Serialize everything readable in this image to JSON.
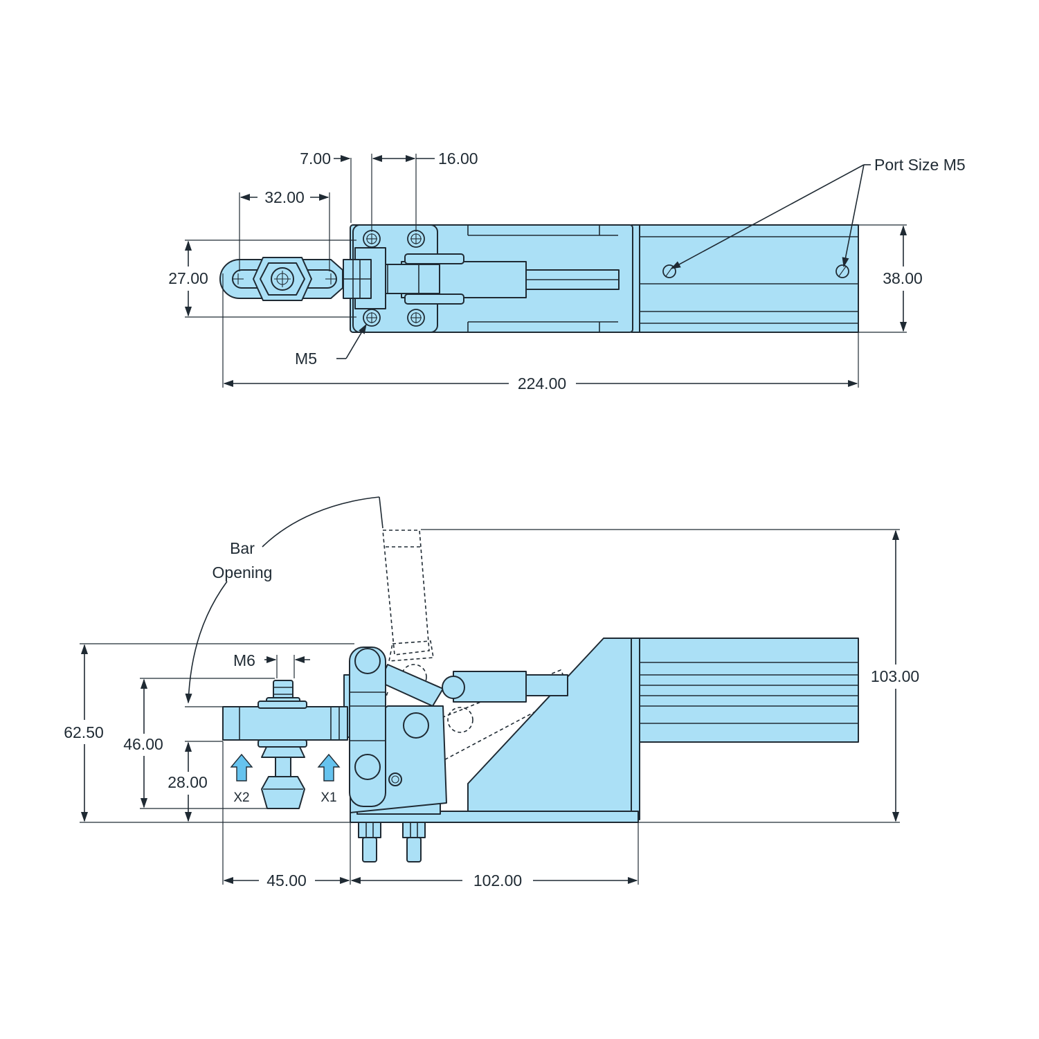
{
  "top_view": {
    "dims": {
      "d_7": "7.00",
      "d_16": "16.00",
      "d_32": "32.00",
      "d_27": "27.00",
      "d_38": "38.00",
      "d_224": "224.00"
    },
    "labels": {
      "port_size": "Port Size M5",
      "m5": "M5"
    }
  },
  "side_view": {
    "dims": {
      "d_103": "103.00",
      "d_62_5": "62.50",
      "d_46": "46.00",
      "d_28": "28.00",
      "d_45": "45.00",
      "d_102": "102.00"
    },
    "labels": {
      "bar": "Bar",
      "opening": "Opening",
      "m6": "M6",
      "x1": "X1",
      "x2": "X2"
    }
  },
  "colors": {
    "part_fill": "#abe0f6",
    "outline": "#1f2a33",
    "arrow_fill": "#66c3ee"
  }
}
